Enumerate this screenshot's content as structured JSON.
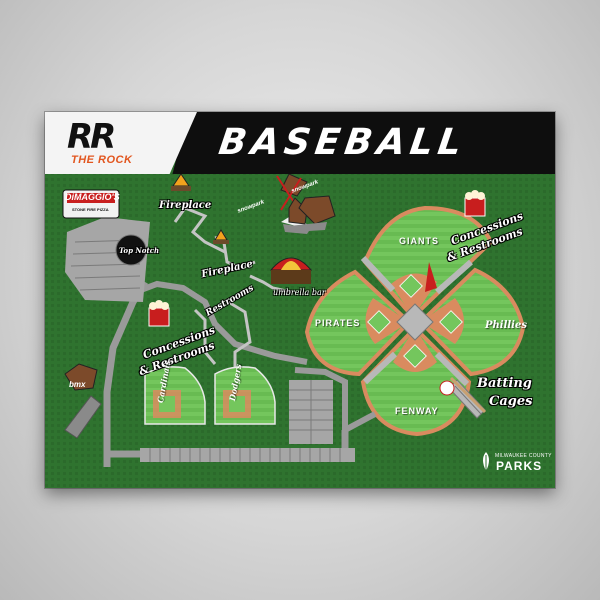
{
  "header": {
    "logo_mark": "RR",
    "logo_text": "THE ROCK",
    "title": "BASEBALL"
  },
  "labels": {
    "dimaggios": "DiMAGGIO'S",
    "dimaggios_sub": "STONE FIRE PIZZA",
    "top_notch": "Top Notch",
    "fireplace_1": "Fireplace",
    "fireplace_2": "Fireplace",
    "restrooms": "Restrooms",
    "umbrella_bar": "umbrella bar",
    "concessions_left_1": "Concessions",
    "concessions_left_2": "& Restrooms",
    "concessions_right_1": "Concessions",
    "concessions_right_2": "& Restrooms",
    "batting_1": "Batting",
    "batting_2": "Cages",
    "bmx": "bmx",
    "sled_1": "snowpark",
    "sled_2": "snowpark"
  },
  "fields": {
    "giants": "GIANTS",
    "pirates": "PIRATES",
    "phillies": "Phillies",
    "fenway": "FENWAY",
    "cardinals": "Cardinals",
    "dodgers": "Dodgers"
  },
  "footer": {
    "county": "MILWAUKEE COUNTY",
    "parks": "PARKS"
  },
  "colors": {
    "grass": "#2c6e2c",
    "field_green": "#6fc35a",
    "infield": "#d98b5f",
    "path": "#9a9a9a",
    "accent": "#e2561f"
  },
  "icons": [
    "fireplace-icon",
    "popcorn-icon",
    "umbrella-icon",
    "baseball-icon",
    "mascot-icon",
    "leaf-icon"
  ]
}
